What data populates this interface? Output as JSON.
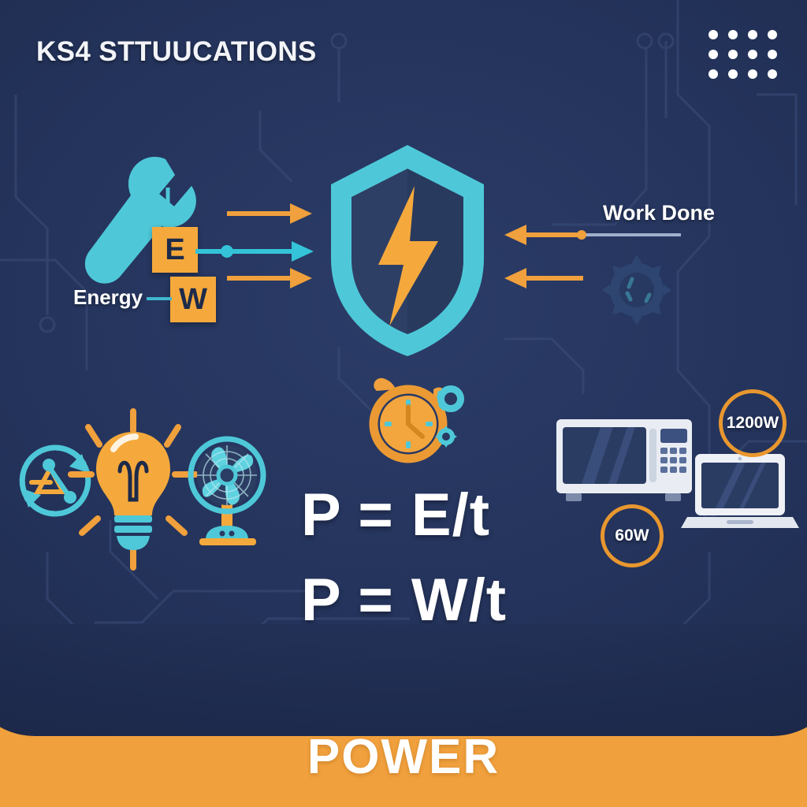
{
  "header": {
    "title": "KS4 STTUUCATIONS",
    "dot_grid": {
      "name": "dot-grid",
      "columns": 4,
      "rows": 3,
      "color": "#ffffff"
    }
  },
  "banner": {
    "label": "POWER",
    "background": "#f0a03c",
    "text_color": "#ffffff"
  },
  "theme": {
    "background_navy": "#24335b",
    "accent_orange": "#f5a93c",
    "accent_teal": "#4ec8d8",
    "text_white": "#ffffff",
    "dark_text": "#1d2a4a"
  },
  "diagram": {
    "shield": {
      "name": "shield-with-bolt-icon",
      "outline_color": "#4ec8d8",
      "fill_color": "#2a3a60",
      "bolt_color": "#f5a93c"
    },
    "wrench": {
      "name": "wrench-icon",
      "color": "#4ec8d8"
    },
    "gear": {
      "name": "gear-icon",
      "color": "#33527e"
    },
    "boxes": [
      {
        "name": "energy-box",
        "label": "E",
        "color": "#f5a93c"
      },
      {
        "name": "work-box",
        "label": "W",
        "color": "#f5a93c"
      }
    ],
    "labels": [
      {
        "name": "energy-label",
        "text": "Energy"
      },
      {
        "name": "work-done-label",
        "text": "Work Done"
      }
    ],
    "arrows_in": [
      {
        "name": "arrow-energy-top",
        "color": "#f0a03c",
        "direction": "right"
      },
      {
        "name": "arrow-energy-middle",
        "color": "#34c3d8",
        "direction": "right"
      },
      {
        "name": "arrow-work-bottom",
        "color": "#f0a03c",
        "direction": "right"
      }
    ],
    "arrows_out": [
      {
        "name": "arrow-work-done-top",
        "color": "#f0a03c",
        "direction": "left"
      },
      {
        "name": "arrow-work-done-bottom",
        "color": "#f0a03c",
        "direction": "left"
      }
    ]
  },
  "formulas": [
    {
      "name": "formula-power-energy",
      "text": "P = E/t"
    },
    {
      "name": "formula-power-work",
      "text": "P = W/t"
    }
  ],
  "icons": {
    "energy_transfer": {
      "name": "energy-transfer-loop-icon",
      "color": "#4ec8d8"
    },
    "bulb": {
      "name": "lightbulb-icon",
      "color": "#f5a93c"
    },
    "fan": {
      "name": "electric-fan-icon",
      "color": "#4ec8d8"
    },
    "clock": {
      "name": "alarm-clock-icon",
      "color": "#f0a03c"
    },
    "clock_gears": {
      "name": "gears-icon",
      "color": "#4ec8d8"
    },
    "microwave": {
      "name": "microwave-icon",
      "color": "#e8ecf2"
    },
    "laptop": {
      "name": "laptop-icon",
      "color": "#e8ecf2"
    }
  },
  "appliances": [
    {
      "name": "microwave-power-badge",
      "rating": "1200W"
    },
    {
      "name": "laptop-power-badge",
      "rating": "60W"
    }
  ]
}
